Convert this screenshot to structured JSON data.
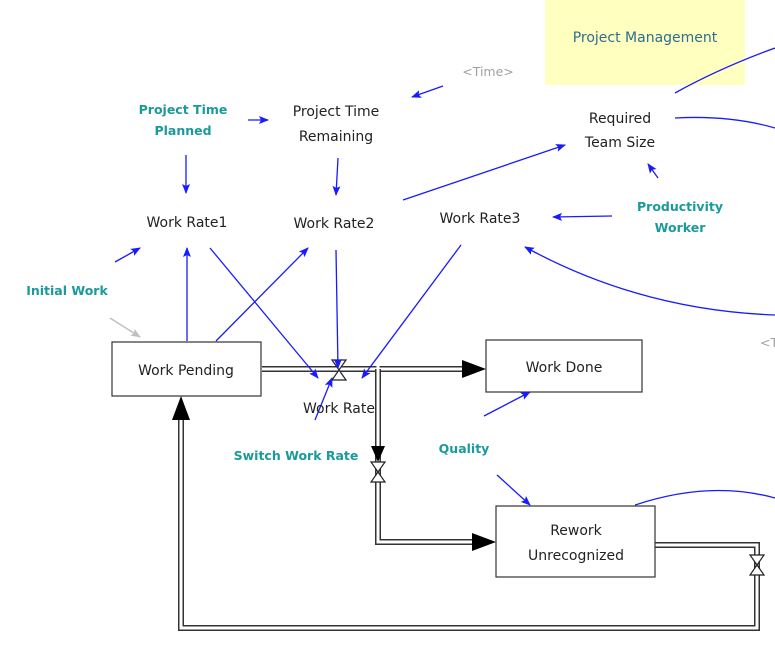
{
  "diagram": {
    "title": "Project Management",
    "colors": {
      "link": "#1a1aff",
      "constant_text": "#1a9a9a",
      "shadow_text": "#a0a0a0",
      "title_bg": "#ffffc0",
      "title_text": "#2e6e8e"
    },
    "stocks": {
      "work_pending": "Work Pending",
      "work_done": "Work Done",
      "rework_unrecognized": [
        "Rework",
        "Unrecognized"
      ]
    },
    "variables": {
      "project_time_remaining": [
        "Project Time",
        "Remaining"
      ],
      "required_team_size": [
        "Required",
        "Team Size"
      ],
      "work_rate1": "Work Rate1",
      "work_rate2": "Work Rate2",
      "work_rate3": "Work Rate3",
      "work_rate": "Work Rate"
    },
    "constants": {
      "project_time_planned": [
        "Project Time",
        "Planned"
      ],
      "productivity_worker": [
        "Productivity",
        "Worker"
      ],
      "initial_work": "Initial Work",
      "switch_work_rate": "Switch Work Rate",
      "quality": "Quality"
    },
    "shadows": {
      "time": "<Time>",
      "time_partial": "<T"
    }
  }
}
